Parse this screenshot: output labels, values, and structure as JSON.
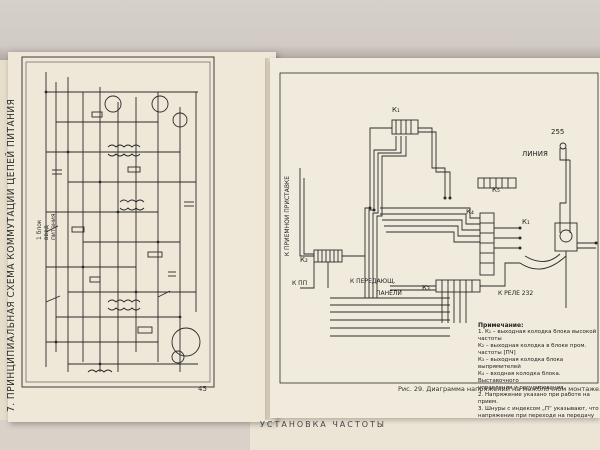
{
  "left_page": {
    "title": "7. ПРИНЦИПИАЛЬНАЯ СХЕМА КОММУТАЦИИ ЦЕПЕЙ ПИТАНИЯ",
    "subtitle_lines": [
      "1 блок",
      "ввод",
      "питания"
    ],
    "page_number": "45"
  },
  "right_page": {
    "caption": "Рис. 29. Диаграмма напряжений на межблочном монтаже.",
    "labels": {
      "k1_top": "К₁",
      "k1_right": "К₁",
      "k2": "К₂",
      "k3": "К₃",
      "k4": "К₄",
      "k5": "К₅",
      "num_255": "255",
      "line": "ЛИНИЯ",
      "receiver": "К ПРИЕМНОЙ ПРИСТАВКЕ",
      "to_transmitter": "К ПЕРЕДАЮЩ.",
      "panel": "ПАНЕЛИ",
      "k_pp": "К ПП",
      "rele": "К РЕЛЕ 232"
    },
    "note_title": "Примечание:",
    "note_lines": [
      "1. К₁ – выходная колодка блока высокой частоты",
      "К₂ – выходная колодка в блоке пром. частоты [ПЧ]",
      "К₃ – выходная колодка блока выпрямителей",
      "К₄ – входная колодка блока. Выставочного",
      "управления и регулирования.",
      "2. Напряжение указано при работе на прием.",
      "3. Шнуры с индексом „П“ указывают, что",
      "напряжение при переходе на передачу"
    ]
  },
  "bottom_strip": "УСТАНОВКА ЧАСТОТЫ"
}
